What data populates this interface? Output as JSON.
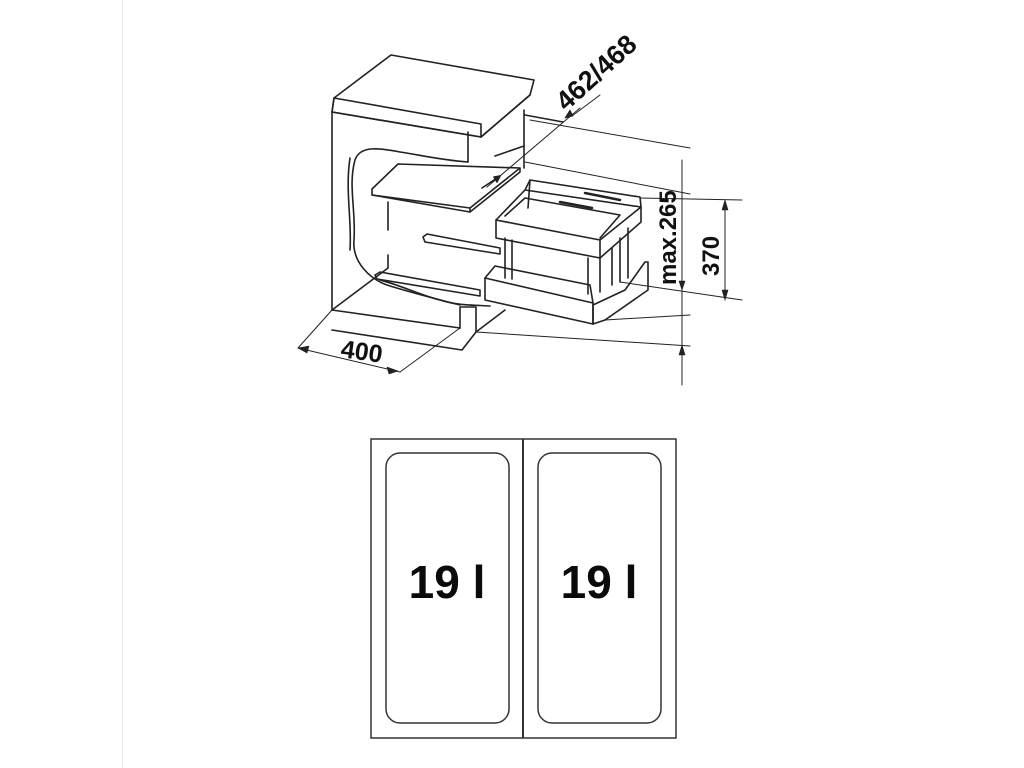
{
  "drawing": {
    "type": "technical-product-drawing",
    "isometric_view": {
      "dimensions": {
        "depth": "462/468",
        "width": "400",
        "height_max": "max.265",
        "bin_height": "370"
      }
    },
    "top_view": {
      "bins": [
        {
          "label": "19 l"
        },
        {
          "label": "19 l"
        }
      ]
    }
  },
  "colors": {
    "line": "#222222",
    "background": "#ffffff",
    "divider": "#ececec"
  }
}
